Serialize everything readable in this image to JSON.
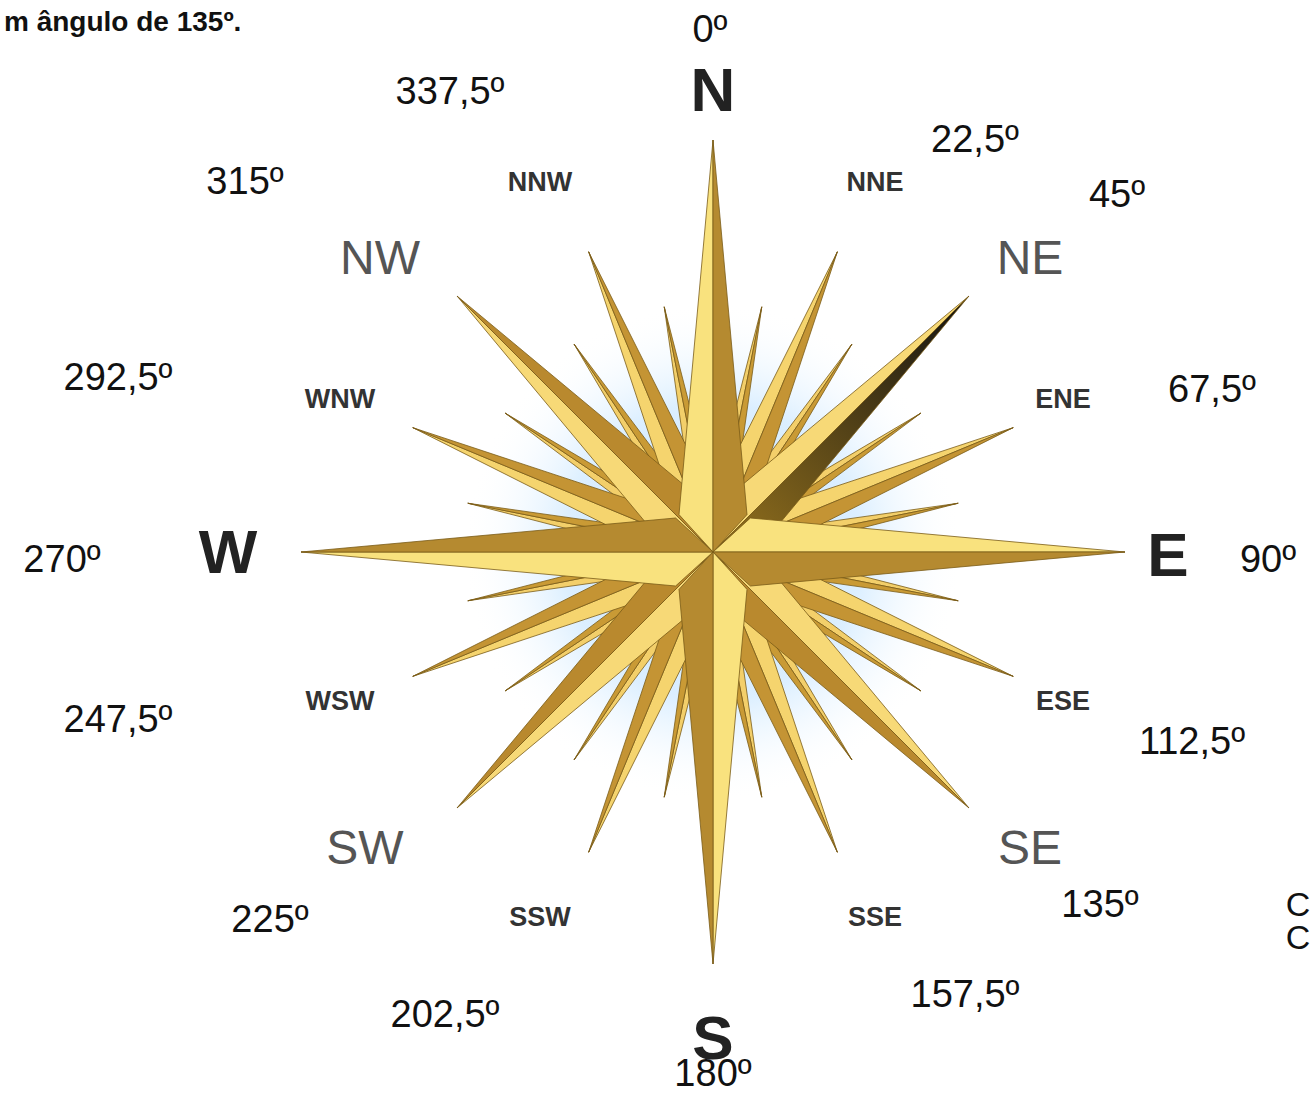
{
  "diagram": {
    "labels": [
      "m ângulo de 135º.",
      "0º",
      "N",
      "337,5º",
      "22,5º",
      "NNW",
      "NNE",
      "315º",
      "45º",
      "NW",
      "NE",
      "292,5º",
      "WNW",
      "ENE",
      "67,5º",
      "270º",
      "W",
      "E",
      "90º",
      "WSW",
      "ESE",
      "247,5º",
      "112,5º",
      "SW",
      "SE",
      "225º",
      "SSW",
      "SSE",
      "135º",
      "202,5º",
      "157,5º",
      "S",
      "180º",
      "C",
      "C"
    ]
  }
}
